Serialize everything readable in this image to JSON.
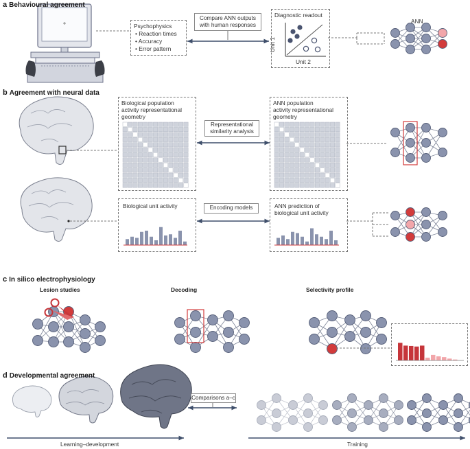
{
  "sections": {
    "a": {
      "letter": "a",
      "title": "Behavioural agreement"
    },
    "b": {
      "letter": "b",
      "title": "Agreement with neural data"
    },
    "c": {
      "letter": "c",
      "title": "In silico electrophysiology"
    },
    "d": {
      "letter": "d",
      "title": "Developmental agreement"
    }
  },
  "psychophysics": {
    "title": "Psychophysics",
    "items": [
      "Reaction times",
      "Accuracy",
      "Error pattern"
    ]
  },
  "compare": {
    "line1": "Compare ANN outputs",
    "line2": "with human responses"
  },
  "diagnostic": {
    "title": "Diagnostic readout",
    "xlabel": "Unit 2",
    "ylabel": "Unit 1"
  },
  "ann_label": "ANN",
  "bio_geometry": {
    "line1": "Biological population",
    "line2": "activity representational",
    "line3": "geometry"
  },
  "ann_geometry": {
    "line1": "ANN population",
    "line2": "activity representational",
    "line3": "geometry"
  },
  "rsa": {
    "line1": "Representational",
    "line2": "similarity analysis"
  },
  "bio_unit": {
    "title": "Biological unit activity"
  },
  "encoding": {
    "label": "Encoding models"
  },
  "ann_pred": {
    "line1": "ANN prediction of",
    "line2": "biological unit activity"
  },
  "lesion": {
    "title": "Lesion studies"
  },
  "decoding": {
    "title": "Decoding"
  },
  "selectivity": {
    "title": "Selectivity profile"
  },
  "comparisons": {
    "label": "Comparisons a–c"
  },
  "axes": {
    "learning": "Learning–development",
    "training": "Training"
  },
  "colors": {
    "node": "#8a93ad",
    "node_stroke": "#555e78",
    "red": "#d23b3b",
    "pink": "#f2a6aa",
    "highlight": "#d23b3b",
    "arrow": "#3f4f6b"
  },
  "icons": {
    "computer": "computer-monitor-icon",
    "hands": "hands-icon",
    "brain": "brain-icon",
    "scissors": "scissors-icon"
  }
}
